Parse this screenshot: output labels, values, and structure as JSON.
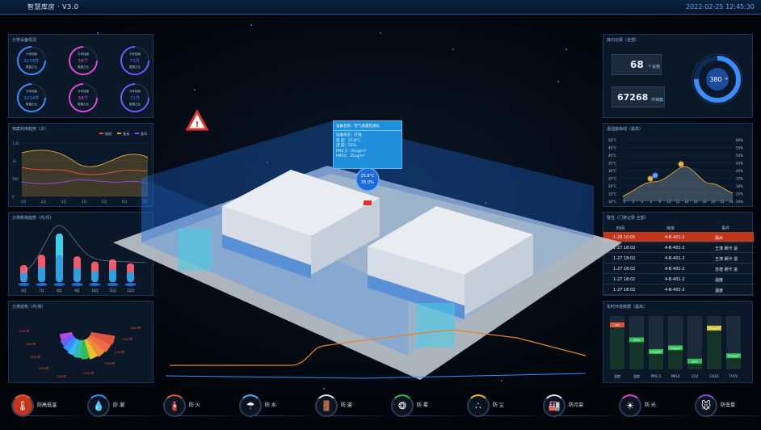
{
  "app": {
    "title": "智慧库房 · V3.0",
    "datetime": "2022-02-25    12:45:30"
  },
  "panels": {
    "overview": {
      "title": "分类设备情况",
      "gauges": [
        {
          "label": "今年档案",
          "value": "3234件",
          "sub": "数据占比",
          "color": "#3b8cff"
        },
        {
          "label": "今年档案",
          "value": "58个",
          "sub": "数据占比",
          "color": "#e04ad3"
        },
        {
          "label": "今年档案",
          "value": "71件",
          "sub": "数据占比",
          "color": "#6e5bff"
        },
        {
          "label": "今年档案",
          "value": "3234件",
          "sub": "数据占比",
          "color": "#3b8cff"
        },
        {
          "label": "今年档案",
          "value": "58个",
          "sub": "数据占比",
          "color": "#e04ad3"
        },
        {
          "label": "今年档案",
          "value": "71件",
          "sub": "数据占比",
          "color": "#6e5bff"
        }
      ]
    },
    "utilization": {
      "title": "档案利用趋势（次）",
      "legend": [
        {
          "name": "借阅",
          "color": "#e0553d"
        },
        {
          "name": "查询",
          "color": "#d6a034"
        },
        {
          "name": "复印",
          "color": "#8a4fd8"
        }
      ],
      "ylabels": [
        "1.5k",
        "1k",
        "500",
        "0"
      ],
      "xlabels": [
        "1月",
        "2月",
        "3月",
        "4月",
        "5月",
        "6月",
        "7月"
      ]
    },
    "category": {
      "title": "分类新增趋势（件/月）",
      "categories": [
        "4月",
        "7月",
        "8月",
        "9月",
        "10月",
        "11月",
        "12月"
      ],
      "values": [
        30,
        48,
        85,
        45,
        36,
        40,
        33
      ]
    },
    "structure": {
      "title": "分类结构（件/类）",
      "labels": [
        "1200件",
        "1500件",
        "1500件",
        "1300件",
        "1300件",
        "1400件",
        "1500件",
        "1100件",
        "1200件",
        "1400件"
      ]
    },
    "archives": {
      "title": "库内记录（全部）",
      "stat1": {
        "value": "68",
        "unit": "个设施"
      },
      "stat2": {
        "value": "67268",
        "unit": "件档案"
      },
      "ring": {
        "value": "380",
        "unit": "+",
        "percent": 75
      }
    },
    "env": {
      "title": "温湿度曲线（最高）",
      "yleft": [
        "50°C",
        "45°C",
        "40°C",
        "35°C",
        "30°C",
        "25°C",
        "20°C",
        "15°C",
        "10°C"
      ],
      "yright": [
        "60%",
        "55%",
        "50%",
        "45%",
        "40%",
        "35%",
        "30%",
        "25%",
        "20%"
      ],
      "xlabels": [
        "0",
        "2",
        "4",
        "6",
        "8",
        "10",
        "12",
        "14",
        "16",
        "18",
        "20",
        "22",
        "24"
      ],
      "markers": [
        "21",
        "31",
        "27"
      ]
    },
    "alarms": {
      "title": "警告（门禁记录 全部）",
      "columns": [
        "时间",
        "库房",
        "事件"
      ],
      "rows": [
        {
          "time": "1-28 10:05",
          "room": "4-B-401-2",
          "event": "漏水",
          "highlight": true
        },
        {
          "time": "1-27 18:02",
          "room": "4-B-401-2",
          "event": "王涛 刷卡 进",
          "highlight": false
        },
        {
          "time": "1-27 18:02",
          "room": "4-B-401-2",
          "event": "王涛 刷卡 进",
          "highlight": false
        },
        {
          "time": "1-27 18:02",
          "room": "4-B-401-2",
          "event": "苏诺 刷卡 进",
          "highlight": false
        },
        {
          "time": "1-27 18:02",
          "room": "4-B-401-2",
          "event": "温度",
          "highlight": false
        },
        {
          "time": "1-27 18:02",
          "room": "4-B-401-2",
          "event": "温度",
          "highlight": false
        }
      ]
    },
    "realtime": {
      "title": "实时环境数据（最高）",
      "bars": [
        {
          "label": "温度",
          "value": "25c",
          "level": 0.88,
          "color": "#e0553d"
        },
        {
          "label": "湿度",
          "value": "65%",
          "level": 0.6,
          "color": "#2fbf56"
        },
        {
          "label": "PM2.5",
          "value": "25ug/m³",
          "level": 0.38,
          "color": "#2fbf56"
        },
        {
          "label": "PM10",
          "value": "25ug/m³",
          "level": 0.45,
          "color": "#2fbf56"
        },
        {
          "label": "CO2",
          "value": "ppm",
          "level": 0.2,
          "color": "#2fbf56"
        },
        {
          "label": "CH2O",
          "value": "25ug/m³",
          "level": 0.82,
          "color": "#d6c234"
        },
        {
          "label": "TVOC",
          "value": "25ug/m³",
          "level": 0.3,
          "color": "#2fbf56"
        }
      ]
    }
  },
  "scene": {
    "tooltip": {
      "title": "设备名称：空气质量检测仪",
      "lines": [
        "设备状态：在线",
        "温    度：25.8°C",
        "湿    度：55%",
        "PM2.5：35ug/m³",
        "PM10：35ug/m³"
      ]
    },
    "sensor": {
      "temp": "25.8°C",
      "humidity": "35.0%"
    },
    "warning_glyph": "!"
  },
  "bottom_nav": [
    {
      "label": "防高低温",
      "icon": "thermometer-icon",
      "color": "#e0553d",
      "glyph": "🌡"
    },
    {
      "label": "防  潮",
      "icon": "droplet-icon",
      "color": "#3b8cff",
      "glyph": "💧"
    },
    {
      "label": "防  火",
      "icon": "fire-extinguisher-icon",
      "color": "#e0553d",
      "glyph": "🧯"
    },
    {
      "label": "防  水",
      "icon": "umbrella-icon",
      "color": "#3bb7ff",
      "glyph": "☂"
    },
    {
      "label": "防  盗",
      "icon": "door-icon",
      "color": "#e6e6e6",
      "glyph": "🚪"
    },
    {
      "label": "防  霉",
      "icon": "mold-icon",
      "color": "#2fbf56",
      "glyph": "❂"
    },
    {
      "label": "防  尘",
      "icon": "dust-icon",
      "color": "#e6c234",
      "glyph": "∴"
    },
    {
      "label": "防污染",
      "icon": "factory-icon",
      "color": "#e6e6e6",
      "glyph": "🏭"
    },
    {
      "label": "防  光",
      "icon": "sun-icon",
      "color": "#e04ad3",
      "glyph": "☀"
    },
    {
      "label": "防虫鼠",
      "icon": "rodent-icon",
      "color": "#8a4fd8",
      "glyph": "🐭"
    }
  ]
}
